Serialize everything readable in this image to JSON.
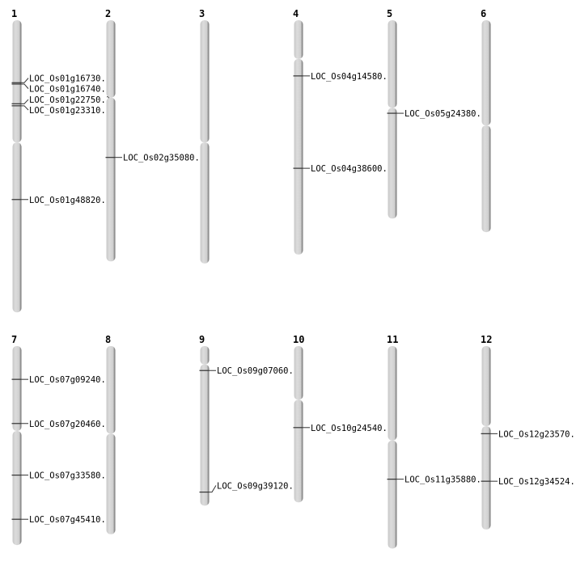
{
  "chart_data": {
    "type": "chromosome-map",
    "units": "Mb (estimated)",
    "chromosomes": [
      {
        "id": "1",
        "length": 43.0,
        "centromere": 18.0,
        "genes": [
          {
            "name": "LOC_Os01g16730.1",
            "pos": 9.2
          },
          {
            "name": "LOC_Os01g16740.1",
            "pos": 9.4
          },
          {
            "name": "LOC_Os01g22750.1",
            "pos": 12.3
          },
          {
            "name": "LOC_Os01g23310.1",
            "pos": 12.6
          },
          {
            "name": "LOC_Os01g48820.1",
            "pos": 26.4
          }
        ]
      },
      {
        "id": "2",
        "length": 35.5,
        "centromere": 11.4,
        "genes": [
          {
            "name": "LOC_Os02g35080.1",
            "pos": 20.2
          }
        ]
      },
      {
        "id": "3",
        "length": 35.8,
        "centromere": 18.0,
        "genes": []
      },
      {
        "id": "4",
        "length": 34.5,
        "centromere": 5.7,
        "genes": [
          {
            "name": "LOC_Os04g14580.1",
            "pos": 8.2
          },
          {
            "name": "LOC_Os04g38600.1",
            "pos": 21.8
          }
        ]
      },
      {
        "id": "5",
        "length": 29.2,
        "centromere": 12.9,
        "genes": [
          {
            "name": "LOC_Os05g24380.1",
            "pos": 13.7
          }
        ]
      },
      {
        "id": "6",
        "length": 31.2,
        "centromere": 15.5,
        "genes": []
      },
      {
        "id": "7",
        "length": 29.3,
        "centromere": 12.5,
        "genes": [
          {
            "name": "LOC_Os07g09240.1",
            "pos": 4.9
          },
          {
            "name": "LOC_Os07g20460.1",
            "pos": 11.4
          },
          {
            "name": "LOC_Os07g33580.1",
            "pos": 19.0
          },
          {
            "name": "LOC_Os07g45410.1",
            "pos": 25.5
          }
        ]
      },
      {
        "id": "8",
        "length": 27.7,
        "centromere": 12.9,
        "genes": []
      },
      {
        "id": "9",
        "length": 23.5,
        "centromere": 2.7,
        "genes": [
          {
            "name": "LOC_Os09g07060.1",
            "pos": 3.6
          },
          {
            "name": "LOC_Os09g39120.1",
            "pos": 21.5
          }
        ]
      },
      {
        "id": "10",
        "length": 23.0,
        "centromere": 7.9,
        "genes": [
          {
            "name": "LOC_Os10g24540.1",
            "pos": 12.0
          }
        ]
      },
      {
        "id": "11",
        "length": 29.8,
        "centromere": 13.9,
        "genes": [
          {
            "name": "LOC_Os11g35880.1",
            "pos": 19.6
          }
        ]
      },
      {
        "id": "12",
        "length": 27.0,
        "centromere": 11.8,
        "genes": [
          {
            "name": "LOC_Os12g23570.1",
            "pos": 12.9
          },
          {
            "name": "LOC_Os12g34524.1",
            "pos": 19.9
          }
        ]
      }
    ]
  }
}
